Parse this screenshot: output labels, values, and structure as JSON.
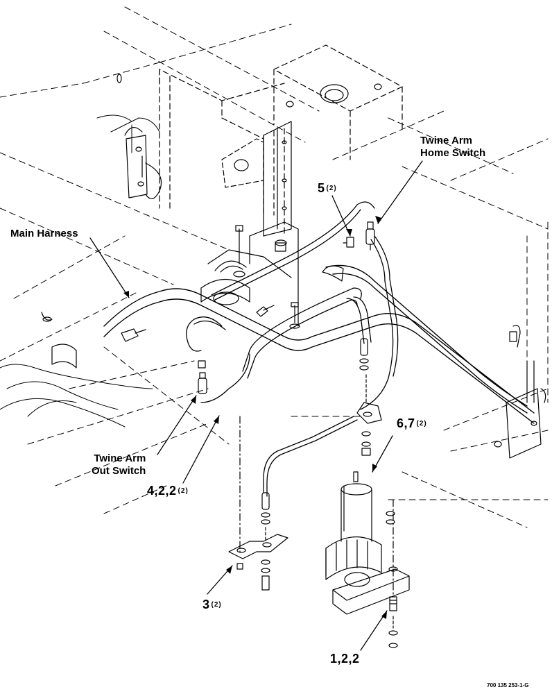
{
  "labels": {
    "twine_arm_home_switch": [
      "Twine Arm",
      "Home Switch"
    ],
    "main_harness": "Main Harness",
    "twine_arm_out_switch": [
      "Twine Arm",
      "Out Switch"
    ],
    "callout_5": {
      "num": "5",
      "qty": "(2)"
    },
    "callout_6_7": {
      "num": "6,7",
      "qty": "(2)"
    },
    "callout_4_2_2": {
      "num": "4,2,2",
      "qty": "(2)"
    },
    "callout_3": {
      "num": "3",
      "qty": "(2)"
    },
    "callout_1_2_2": {
      "num": "1,2,2"
    }
  },
  "reference_number": "700 135 253-1-G"
}
